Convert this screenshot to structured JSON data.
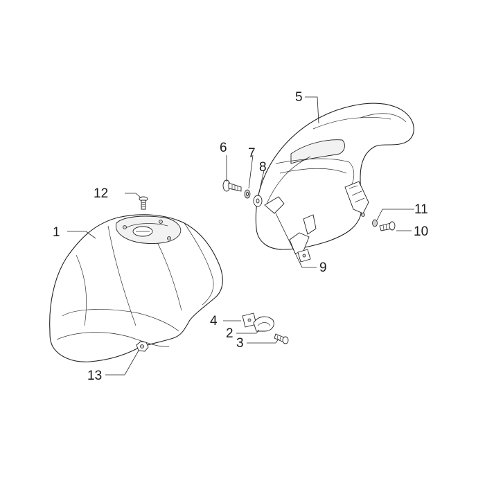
{
  "diagram": {
    "type": "exploded-parts-view",
    "callouts": [
      {
        "id": "c1",
        "label": "1"
      },
      {
        "id": "c2",
        "label": "2"
      },
      {
        "id": "c3",
        "label": "3"
      },
      {
        "id": "c4",
        "label": "4"
      },
      {
        "id": "c5",
        "label": "5"
      },
      {
        "id": "c6",
        "label": "6"
      },
      {
        "id": "c7",
        "label": "7"
      },
      {
        "id": "c8",
        "label": "8"
      },
      {
        "id": "c9",
        "label": "9"
      },
      {
        "id": "c10",
        "label": "10"
      },
      {
        "id": "c11",
        "label": "11"
      },
      {
        "id": "c12",
        "label": "12"
      },
      {
        "id": "c13",
        "label": "13"
      }
    ]
  }
}
